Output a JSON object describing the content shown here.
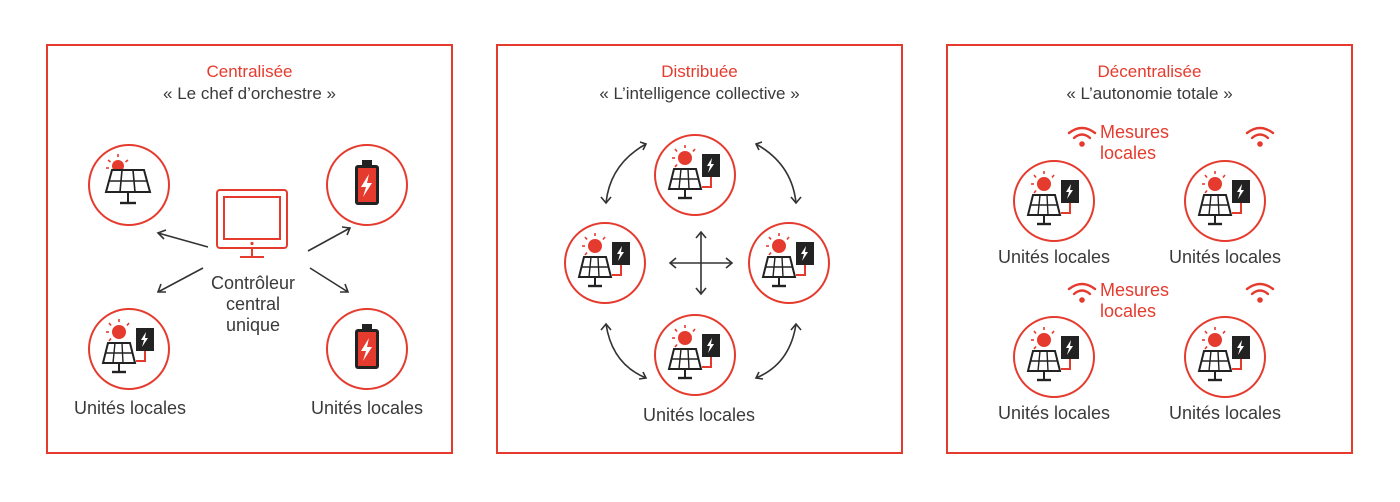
{
  "colors": {
    "accent": "#e53b2e",
    "text": "#3a3a3a"
  },
  "panels": [
    {
      "title": "Centralisée",
      "subtitle": "« Le chef d’orchestre »",
      "controller_lines": [
        "Contrôleur",
        "central",
        "unique"
      ],
      "labels": [
        "Unités locales",
        "Unités locales"
      ]
    },
    {
      "title": "Distribuée",
      "subtitle": "« L’intelligence collective »",
      "labels": [
        "Unités locales"
      ]
    },
    {
      "title": "Décentralisée",
      "subtitle": "« L’autonomie totale »",
      "measure_lines": [
        "Mesures",
        "locales"
      ],
      "labels": [
        "Unités locales",
        "Unités locales",
        "Unités locales",
        "Unités locales"
      ]
    }
  ],
  "icons": {
    "solar": "solar-panel-with-sun-icon",
    "battery": "battery-icon",
    "unit": "solar-panel-and-inverter-icon",
    "controller": "monitor-icon",
    "wifi": "wifi-signal-icon"
  }
}
